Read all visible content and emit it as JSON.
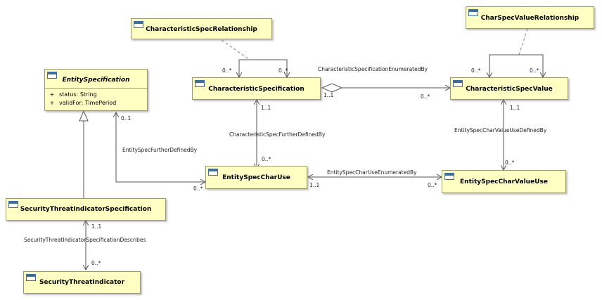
{
  "classes": {
    "entity_specification": {
      "name": "EntitySpecification",
      "attributes": [
        {
          "visibility": "+",
          "text": "status: String"
        },
        {
          "visibility": "+",
          "text": "validFor: TimePeriod"
        }
      ]
    },
    "characteristic_spec_relationship": {
      "name": "CharacteristicSpecRelationship"
    },
    "characteristic_specification": {
      "name": "CharacteristicSpecification"
    },
    "char_spec_value_relationship": {
      "name": "CharSpecValueRelationship"
    },
    "characteristic_spec_value": {
      "name": "CharacteristicSpecValue"
    },
    "entity_spec_char_use": {
      "name": "EntitySpecCharUse"
    },
    "entity_spec_char_value_use": {
      "name": "EntitySpecCharValueUse"
    },
    "security_threat_indicator_specification": {
      "name": "SecurityThreatIndicatorSpecification"
    },
    "security_threat_indicator": {
      "name": "SecurityThreatIndicator"
    }
  },
  "associations": {
    "characteristic_specification_enumerated_by": "CharacteristicSpecificationEnumeratedBy",
    "characteristic_spec_further_defined_by": "CharacteristicSpecFurtherDefinedBy",
    "entity_spec_further_defined_by": "EntitySpecFurtherDefinedBy",
    "entity_spec_char_use_enumerated_by": "EntitySpecCharUseEnumeratedBy",
    "entity_spec_char_value_use_defined_by": "EntitySpecCharValueUseDefinedBy",
    "security_threat_indicator_specification_describes": "SecurityThreatIndicatorSpecificationDescribes"
  },
  "multiplicities": {
    "char_spec_rel_source": "0..*",
    "char_spec_rel_target": "0..*",
    "char_spec_enum_source": "1..1",
    "char_spec_enum_target": "0..*",
    "char_spec_further_source": "1..1",
    "char_spec_further_target": "0..*",
    "char_spec_value_rel_source": "0..*",
    "char_spec_value_rel_target": "0..*",
    "entity_spec_further_source": "0..1",
    "entity_spec_further_target": "0..*",
    "char_use_enum_source": "1..1",
    "char_use_enum_target": "0..*",
    "char_value_use_source": "1..1",
    "char_value_use_target": "0..*",
    "sti_describes_source": "1..1",
    "sti_describes_target": "0..*"
  }
}
